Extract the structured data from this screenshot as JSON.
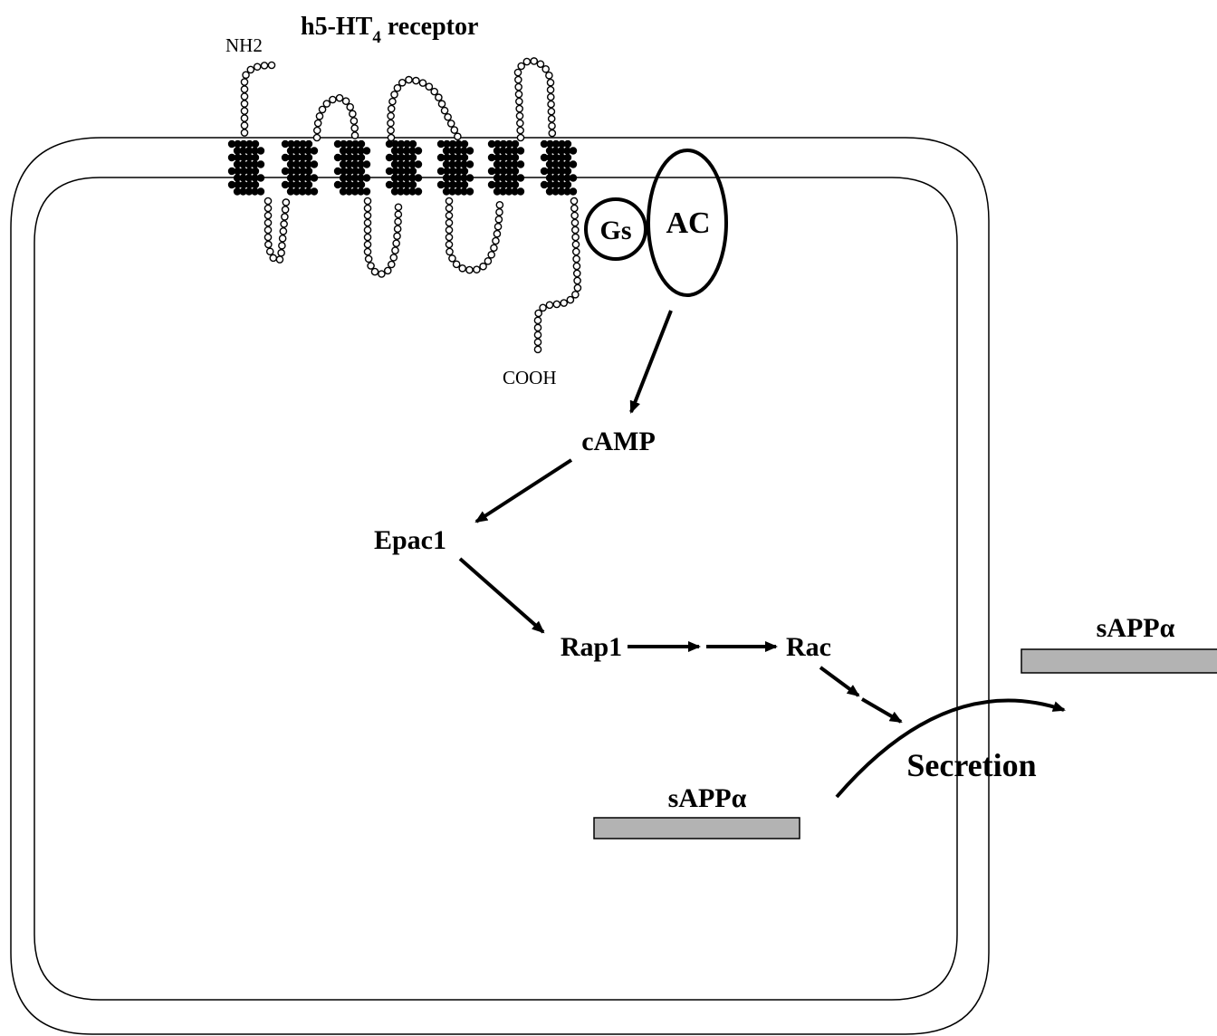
{
  "receptor": {
    "title_main": "h5-HT",
    "title_sub": "4",
    "title_tail": " receptor",
    "n_terminus": "NH2",
    "c_terminus": "COOH"
  },
  "proteins": {
    "gs": "Gs",
    "ac": "AC"
  },
  "pathway": {
    "camp": "cAMP",
    "epac1": "Epac1",
    "rap1": "Rap1",
    "rac": "Rac",
    "secretion": "Secretion"
  },
  "sapp_inside": "sAPPα",
  "sapp_outside": "sAPPα",
  "colors": {
    "sapp_bar": "#b3b3b3",
    "helix": "#000000",
    "residue_outline": "#000000"
  }
}
